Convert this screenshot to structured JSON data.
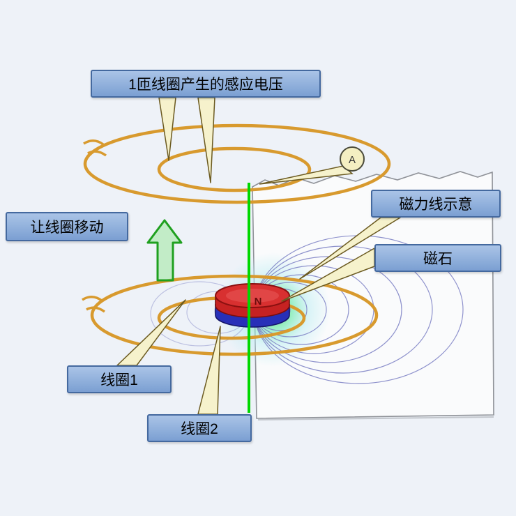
{
  "labels": {
    "induced_voltage": "1匝线圈产生的感应电压",
    "move_coil": "让线圈移动",
    "field_lines": "磁力线示意",
    "magnet": "磁石",
    "coil1": "线圈1",
    "coil2": "线圈2"
  },
  "meter": {
    "label": "A"
  },
  "magnet": {
    "pole_label": "N"
  },
  "colors": {
    "background": "#eef2f8",
    "label_background": "#7b9fd2",
    "label_border": "#44699f",
    "coil_wire": "#d89a2e",
    "motion_line_green": "#00d800",
    "motion_arrow_green": "#1fa01f",
    "field_line_blue": "#7b7fc4",
    "magnet_top_red": "#d83030",
    "magnet_bottom_blue": "#2830b8",
    "callout_pointer_fill": "#f6f2cc",
    "paper_white": "#fafbfc",
    "glow_green": "#35e03a"
  }
}
